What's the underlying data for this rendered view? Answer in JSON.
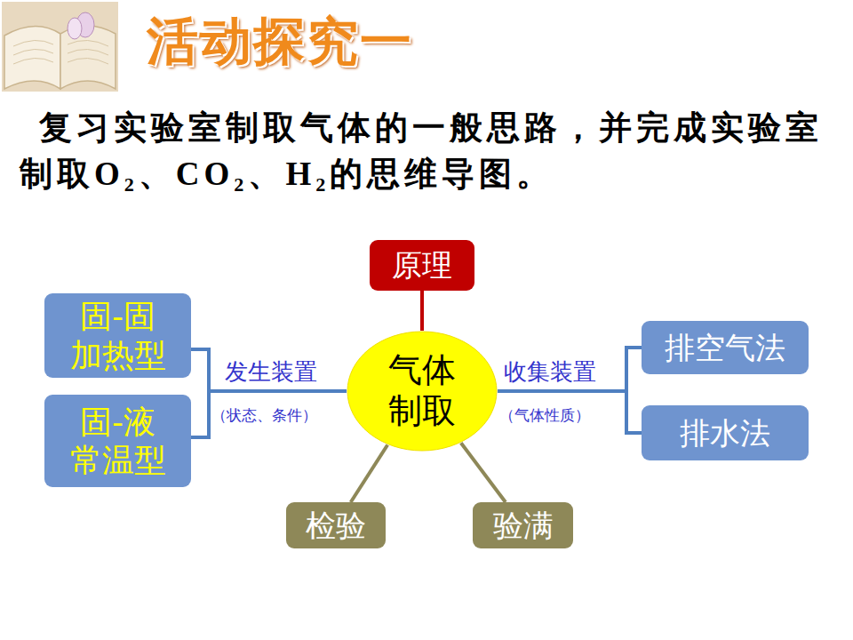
{
  "diagram": {
    "title": "活动探究一",
    "nodes": [
      {
        "text": [
          "原理"
        ]
      },
      {
        "text": [
          "固-固 加热型"
        ]
      },
      {
        "text": [
          "气体 制取"
        ]
      },
      {
        "text": [
          "排空气法"
        ]
      },
      {
        "text": [
          "固-液 常温型"
        ]
      },
      {
        "text": [
          "排水法"
        ]
      },
      {
        "text": [
          "检验"
        ]
      },
      {
        "text": [
          "验满"
        ]
      }
    ],
    "edges": [
      {
        "from": 2,
        "to": 0,
        "arrow": "none"
      },
      {
        "from": 2,
        "to": 1,
        "arrow": "none"
      },
      {
        "from": 2,
        "to": 4,
        "arrow": "none"
      },
      {
        "from": 2,
        "to": 3,
        "arrow": "none"
      },
      {
        "from": 2,
        "to": 5,
        "arrow": "none"
      },
      {
        "from": 2,
        "to": 6,
        "arrow": "none"
      },
      {
        "from": 2,
        "to": 7,
        "arrow": "none"
      }
    ],
    "labels": [
      "复习实验室制取气体的一般思路，并完成实验室制取O₂、CO₂、H₂的思维导图。",
      "发生装置",
      "（状态、条件）",
      "收集装置",
      "（气体性质）"
    ]
  }
}
